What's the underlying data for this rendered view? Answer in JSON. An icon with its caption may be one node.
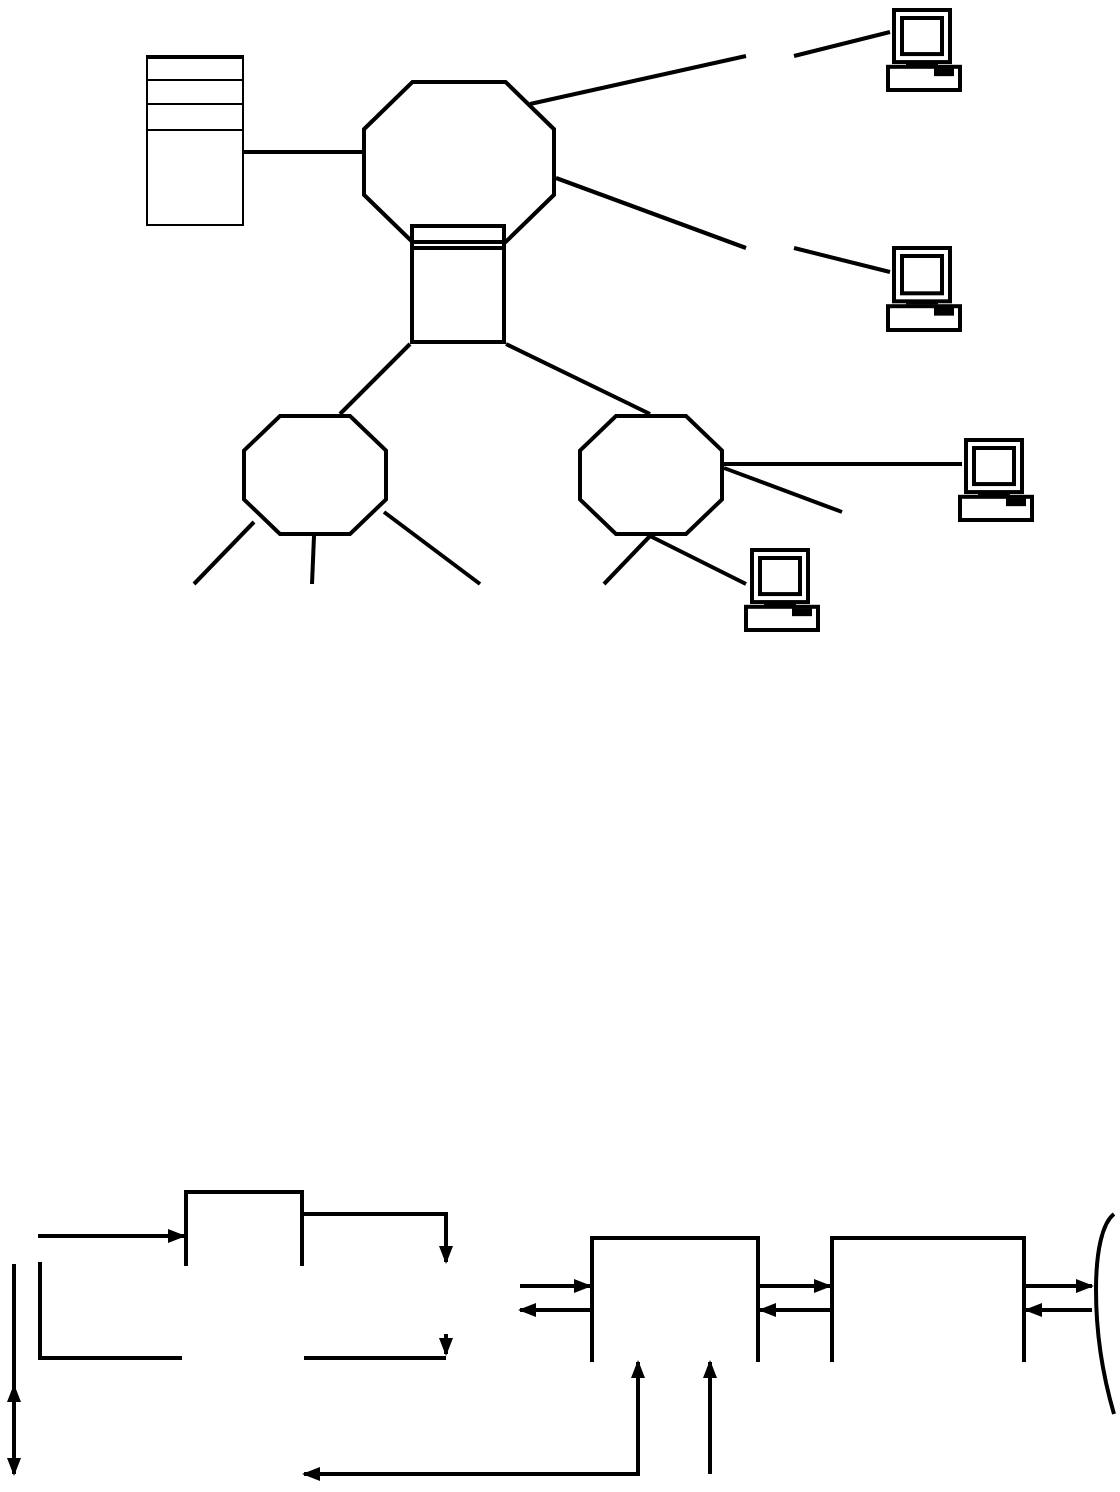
{
  "diagram": {
    "nodes": [
      {
        "text": [],
        "shape": "server"
      },
      {
        "text": [],
        "shape": "octagon"
      },
      {
        "text": [],
        "shape": "box"
      },
      {
        "text": [],
        "shape": "computer"
      },
      {
        "text": [],
        "shape": "computer"
      },
      {
        "text": [],
        "shape": "octagon"
      },
      {
        "text": [],
        "shape": "octagon"
      },
      {
        "text": [],
        "shape": "computer"
      },
      {
        "text": [],
        "shape": "computer"
      },
      {
        "text": [],
        "shape": "box"
      },
      {
        "text": [],
        "shape": "box"
      },
      {
        "text": [],
        "shape": "box"
      },
      {
        "text": [],
        "shape": "arc"
      }
    ],
    "edges": [
      {
        "from": 0,
        "to": 1,
        "arrow": "none"
      },
      {
        "from": 1,
        "to": null,
        "arrow": "none"
      },
      {
        "from": null,
        "to": 3,
        "arrow": "none"
      },
      {
        "from": 1,
        "to": null,
        "arrow": "none"
      },
      {
        "from": null,
        "to": 4,
        "arrow": "none"
      },
      {
        "from": 2,
        "to": 5,
        "arrow": "none"
      },
      {
        "from": 2,
        "to": 6,
        "arrow": "none"
      },
      {
        "from": 5,
        "to": null,
        "arrow": "none"
      },
      {
        "from": 5,
        "to": null,
        "arrow": "none"
      },
      {
        "from": 5,
        "to": null,
        "arrow": "none"
      },
      {
        "from": 6,
        "to": 7,
        "arrow": "none"
      },
      {
        "from": 6,
        "to": null,
        "arrow": "none"
      },
      {
        "from": 6,
        "to": null,
        "arrow": "none"
      },
      {
        "from": 6,
        "to": 8,
        "arrow": "none"
      },
      {
        "from": null,
        "to": 9,
        "arrow": "to"
      },
      {
        "from": 9,
        "to": null,
        "arrow": "to"
      },
      {
        "from": null,
        "to": 10,
        "arrow": "to"
      },
      {
        "from": 10,
        "to": null,
        "arrow": "to"
      },
      {
        "from": 10,
        "to": 11,
        "arrow": "to"
      },
      {
        "from": 11,
        "to": 10,
        "arrow": "to"
      },
      {
        "from": 11,
        "to": 12,
        "arrow": "to"
      },
      {
        "from": 12,
        "to": 11,
        "arrow": "to"
      },
      {
        "from": null,
        "to": 10,
        "arrow": "both"
      },
      {
        "from": null,
        "to": 10,
        "arrow": "to"
      }
    ]
  }
}
